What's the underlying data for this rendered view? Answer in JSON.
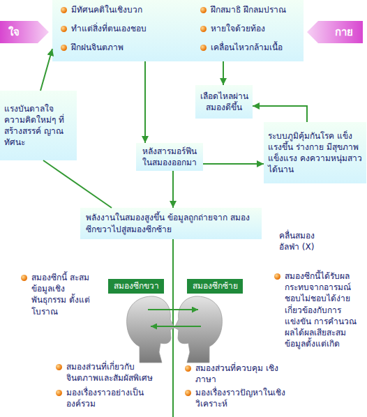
{
  "diagram": {
    "nodes": [
      {
        "text": [
          "ใจ"
        ]
      },
      {
        "text": [
          "มีทัศนคติในเชิงบวก",
          "ทำแต่สิ่งที่ตนเองชอบ",
          "ฝึกฝนจินตภาพ",
          "ฝึกสมาธิ ฝึกลมปราณ",
          "หายใจด้วยท้อง",
          "เคลื่อนไหวกล้ามเนื้อ"
        ]
      },
      {
        "text": [
          "กาย"
        ]
      },
      {
        "text": [
          "แรงบันดาลใจ ความคิดใหม่ๆ ที่ สร้างสรรค์ ญาณทัศนะ"
        ]
      },
      {
        "text": [
          "เลือดไหลผ่าน สมองดีขึ้น"
        ]
      },
      {
        "text": [
          "ระบบภูมิคุ้มกันโรค แข็งแรงขึ้น ร่างกาย มีสุขภาพแข็งแรง คงความหนุ่มสาวได้นาน"
        ]
      },
      {
        "text": [
          "หลังสารมอร์ฟีน ในสมองออกมา"
        ]
      },
      {
        "text": [
          "พลังงานในสมองสูงขึ้น ข้อมูลถูกถ่ายจาก สมองซีกขวาไปสู่สมองซีกซ้าย"
        ]
      },
      {
        "text": [
          "สมองซีกขวา"
        ]
      },
      {
        "text": [
          "สมองซีกซ้าย"
        ]
      }
    ],
    "edges": [
      {
        "from": 1,
        "to": 6,
        "arrow": "to"
      },
      {
        "from": 1,
        "to": 4,
        "arrow": "to"
      },
      {
        "from": 5,
        "to": 4,
        "arrow": "to"
      },
      {
        "from": 6,
        "to": 5,
        "arrow": "to"
      },
      {
        "from": 3,
        "to": 1,
        "arrow": "to"
      },
      {
        "from": 7,
        "to": 3,
        "arrow": "none"
      },
      {
        "from": 6,
        "to": 7,
        "arrow": "to"
      }
    ],
    "labels": [
      "คลื่นสมอง อัลฟ่า (X)",
      "สมองซีกนี้ สะสมข้อมูลเชิง พันธุกรรม ตั้งแต่โบราณ",
      "สมองซีกนี้ได้รับผล กระทบจากอารมณ์ ชอบไม่ชอบได้ง่าย เกี่ยวข้องกับการ แข่งขัน การคำนวณ ผลได้ผลเสียสะสม ข้อมูลตั้งแต่เกิด",
      "สมองส่วนที่เกี่ยวกับ จินตภาพและสัมผัสพิเศษ",
      "มองเรื่องราวอย่างเป็น องค์รวม",
      "สมองส่วนที่ควบคุม เชิงภาษา",
      "มองเรื่องราวปัญหาในเชิง วิเคราะห์"
    ]
  }
}
